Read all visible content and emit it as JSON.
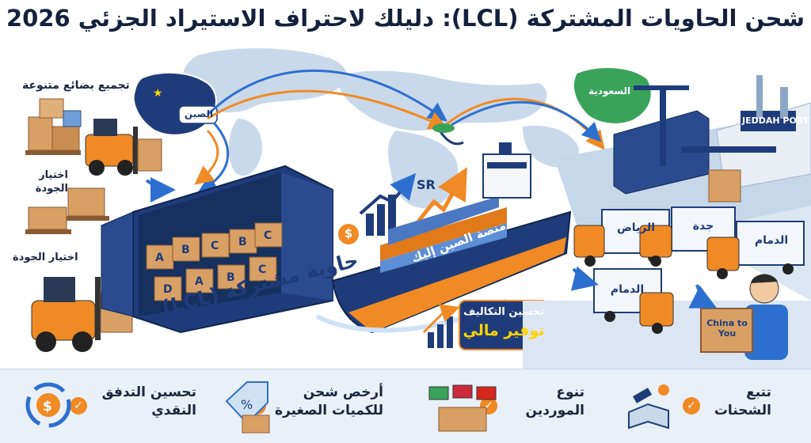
{
  "title": "شحن الحاويات المشتركة (LCL): دليلك لاحتراف الاستيراد الجزئي 2026",
  "map": {
    "china_label": "الصين",
    "saudi_label": "السعودية"
  },
  "left_steps": {
    "step1": "تجميع بضائع متنوعة",
    "step2": "اختيار الجودة",
    "step3": "اختيار الجودة"
  },
  "container": {
    "label": "حاوية مشتركة (LCL)",
    "box_letters": [
      "A",
      "B",
      "C",
      "B",
      "C",
      "D",
      "A",
      "B",
      "C"
    ]
  },
  "ship": {
    "hull_text": "منصة الصين إليك",
    "currency_sign": "$",
    "currency_code": "SR"
  },
  "savings": {
    "line1": "تحسين التكاليف",
    "line2": "توفير مالي"
  },
  "port": {
    "sign": "JEDDAH PORT",
    "trucks": [
      "الرياض",
      "جدة",
      "الدمام",
      "الدمام"
    ],
    "package_text": "China to You"
  },
  "features": [
    {
      "label": "تتبع الشحنات",
      "icon": "satellite-map-icon"
    },
    {
      "label": "تنوع الموردين",
      "icon": "flags-boxes-icon"
    },
    {
      "label": "أرخص شحن للكميات الصغيرة",
      "icon": "price-tag-icon"
    },
    {
      "label": "تحسين التدفق النقدي",
      "icon": "cash-cycle-icon"
    }
  ],
  "colors": {
    "title": "#14213d",
    "navy": "#1f3c7a",
    "orange": "#f08a24",
    "route_blue": "#2d6fcf",
    "map_land": "#c9d9ea",
    "saudi_green": "#3aa35a"
  }
}
